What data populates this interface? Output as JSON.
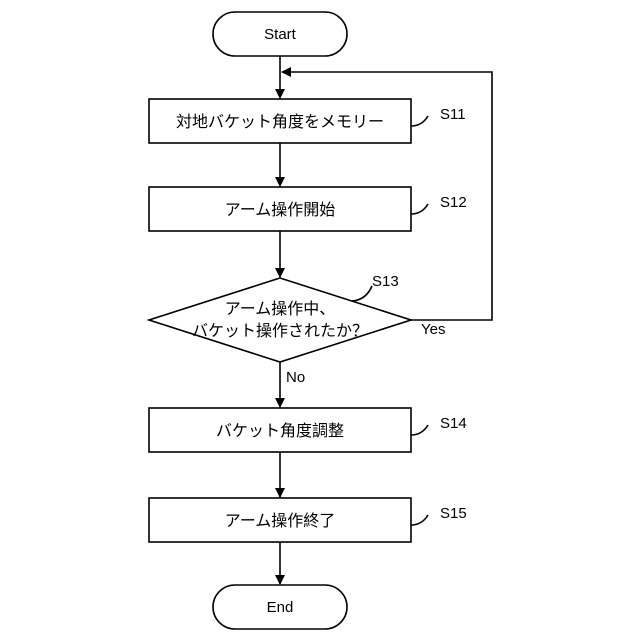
{
  "flowchart": {
    "start": "Start",
    "end": "End",
    "steps": [
      {
        "id": "S11",
        "text": "対地バケット角度をメモリー"
      },
      {
        "id": "S12",
        "text": "アーム操作開始"
      },
      {
        "id": "S14",
        "text": "バケット角度調整"
      },
      {
        "id": "S15",
        "text": "アーム操作終了"
      }
    ],
    "decision": {
      "id": "S13",
      "line1": "アーム操作中、",
      "line2": "バケット操作されたか？",
      "yes": "Yes",
      "no": "No"
    }
  }
}
